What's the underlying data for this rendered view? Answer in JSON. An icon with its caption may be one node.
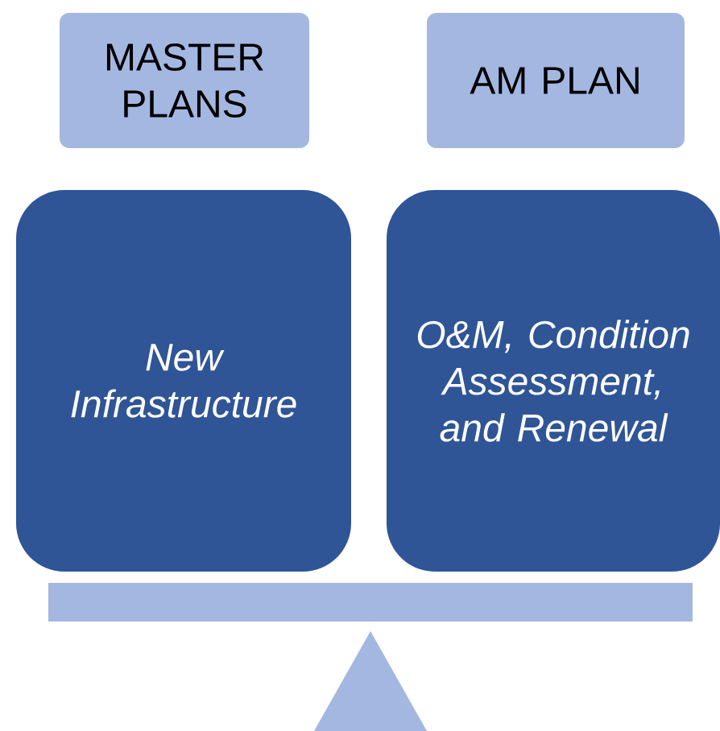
{
  "diagram": {
    "nodes": [
      {
        "text": [
          "MASTER PLANS"
        ]
      },
      {
        "text": [
          "AM PLAN"
        ]
      },
      {
        "text": [
          "New Infrastructure"
        ]
      },
      {
        "text": [
          "O&M, Condition Assessment, and Renewal"
        ]
      }
    ]
  }
}
